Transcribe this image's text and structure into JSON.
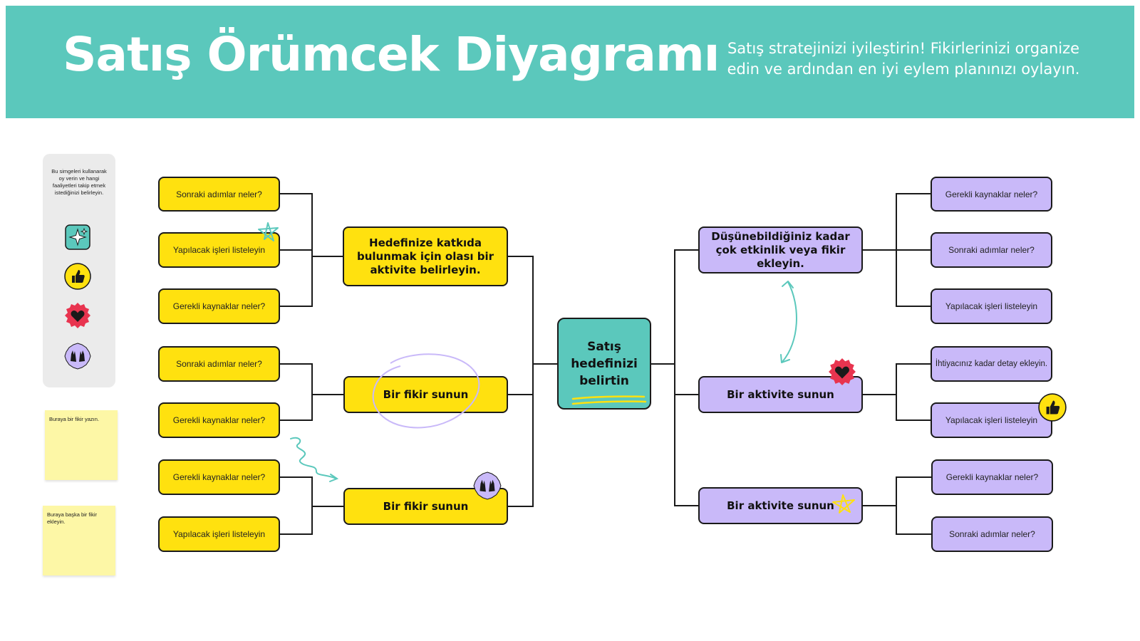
{
  "header": {
    "title": "Satış Örümcek Diyagramı",
    "subtitle": "Satış stratejinizi iyileştirin! Fikirlerinizi organize edin ve ardından en iyi eylem planınızı oylayın."
  },
  "sidebar": {
    "instructions": "Bu simgeleri kullanarak oy verin ve hangi faaliyetleri takip etmek istediğinizi belirleyin.",
    "icons": [
      "sparkle-icon",
      "thumbs-up-icon",
      "heart-icon",
      "raised-hands-icon"
    ]
  },
  "stickies": {
    "note1": "Buraya bir fikir yazın.",
    "note2": "Buraya başka bir fikir ekleyin."
  },
  "center": {
    "label": "Satış hedefinizi belirtin"
  },
  "left": {
    "branches": [
      {
        "label": "Hedefinize katkıda bulunmak için olası bir aktivite belirleyin.",
        "leaves": [
          "Sonraki adımlar neler?",
          "Yapılacak işleri listeleyin",
          "Gerekli kaynaklar neler?"
        ]
      },
      {
        "label": "Bir fikir sunun",
        "leaves": [
          "Sonraki adımlar neler?",
          "Gerekli kaynaklar neler?"
        ]
      },
      {
        "label": "Bir fikir sunun",
        "leaves": [
          "Gerekli kaynaklar neler?",
          "Yapılacak işleri listeleyin"
        ]
      }
    ]
  },
  "right": {
    "branches": [
      {
        "label": "Düşünebildiğiniz kadar çok etkinlik veya fikir ekleyin.",
        "leaves": [
          "Gerekli kaynaklar neler?",
          "Sonraki adımlar neler?",
          "Yapılacak işleri listeleyin"
        ]
      },
      {
        "label": "Bir aktivite sunun",
        "leaves": [
          "İhtiyacınız kadar detay ekleyin.",
          "Yapılacak işleri listeleyin"
        ]
      },
      {
        "label": "Bir aktivite sunun",
        "leaves": [
          "Gerekli kaynaklar neler?",
          "Sonraki adımlar neler?"
        ]
      }
    ]
  },
  "colors": {
    "teal": "#5bc8bc",
    "yellow": "#ffe10f",
    "purple": "#c9b9f9",
    "sticky": "#fdf7a6",
    "heart_red": "#e8344f",
    "outline": "#1a1a1a"
  }
}
